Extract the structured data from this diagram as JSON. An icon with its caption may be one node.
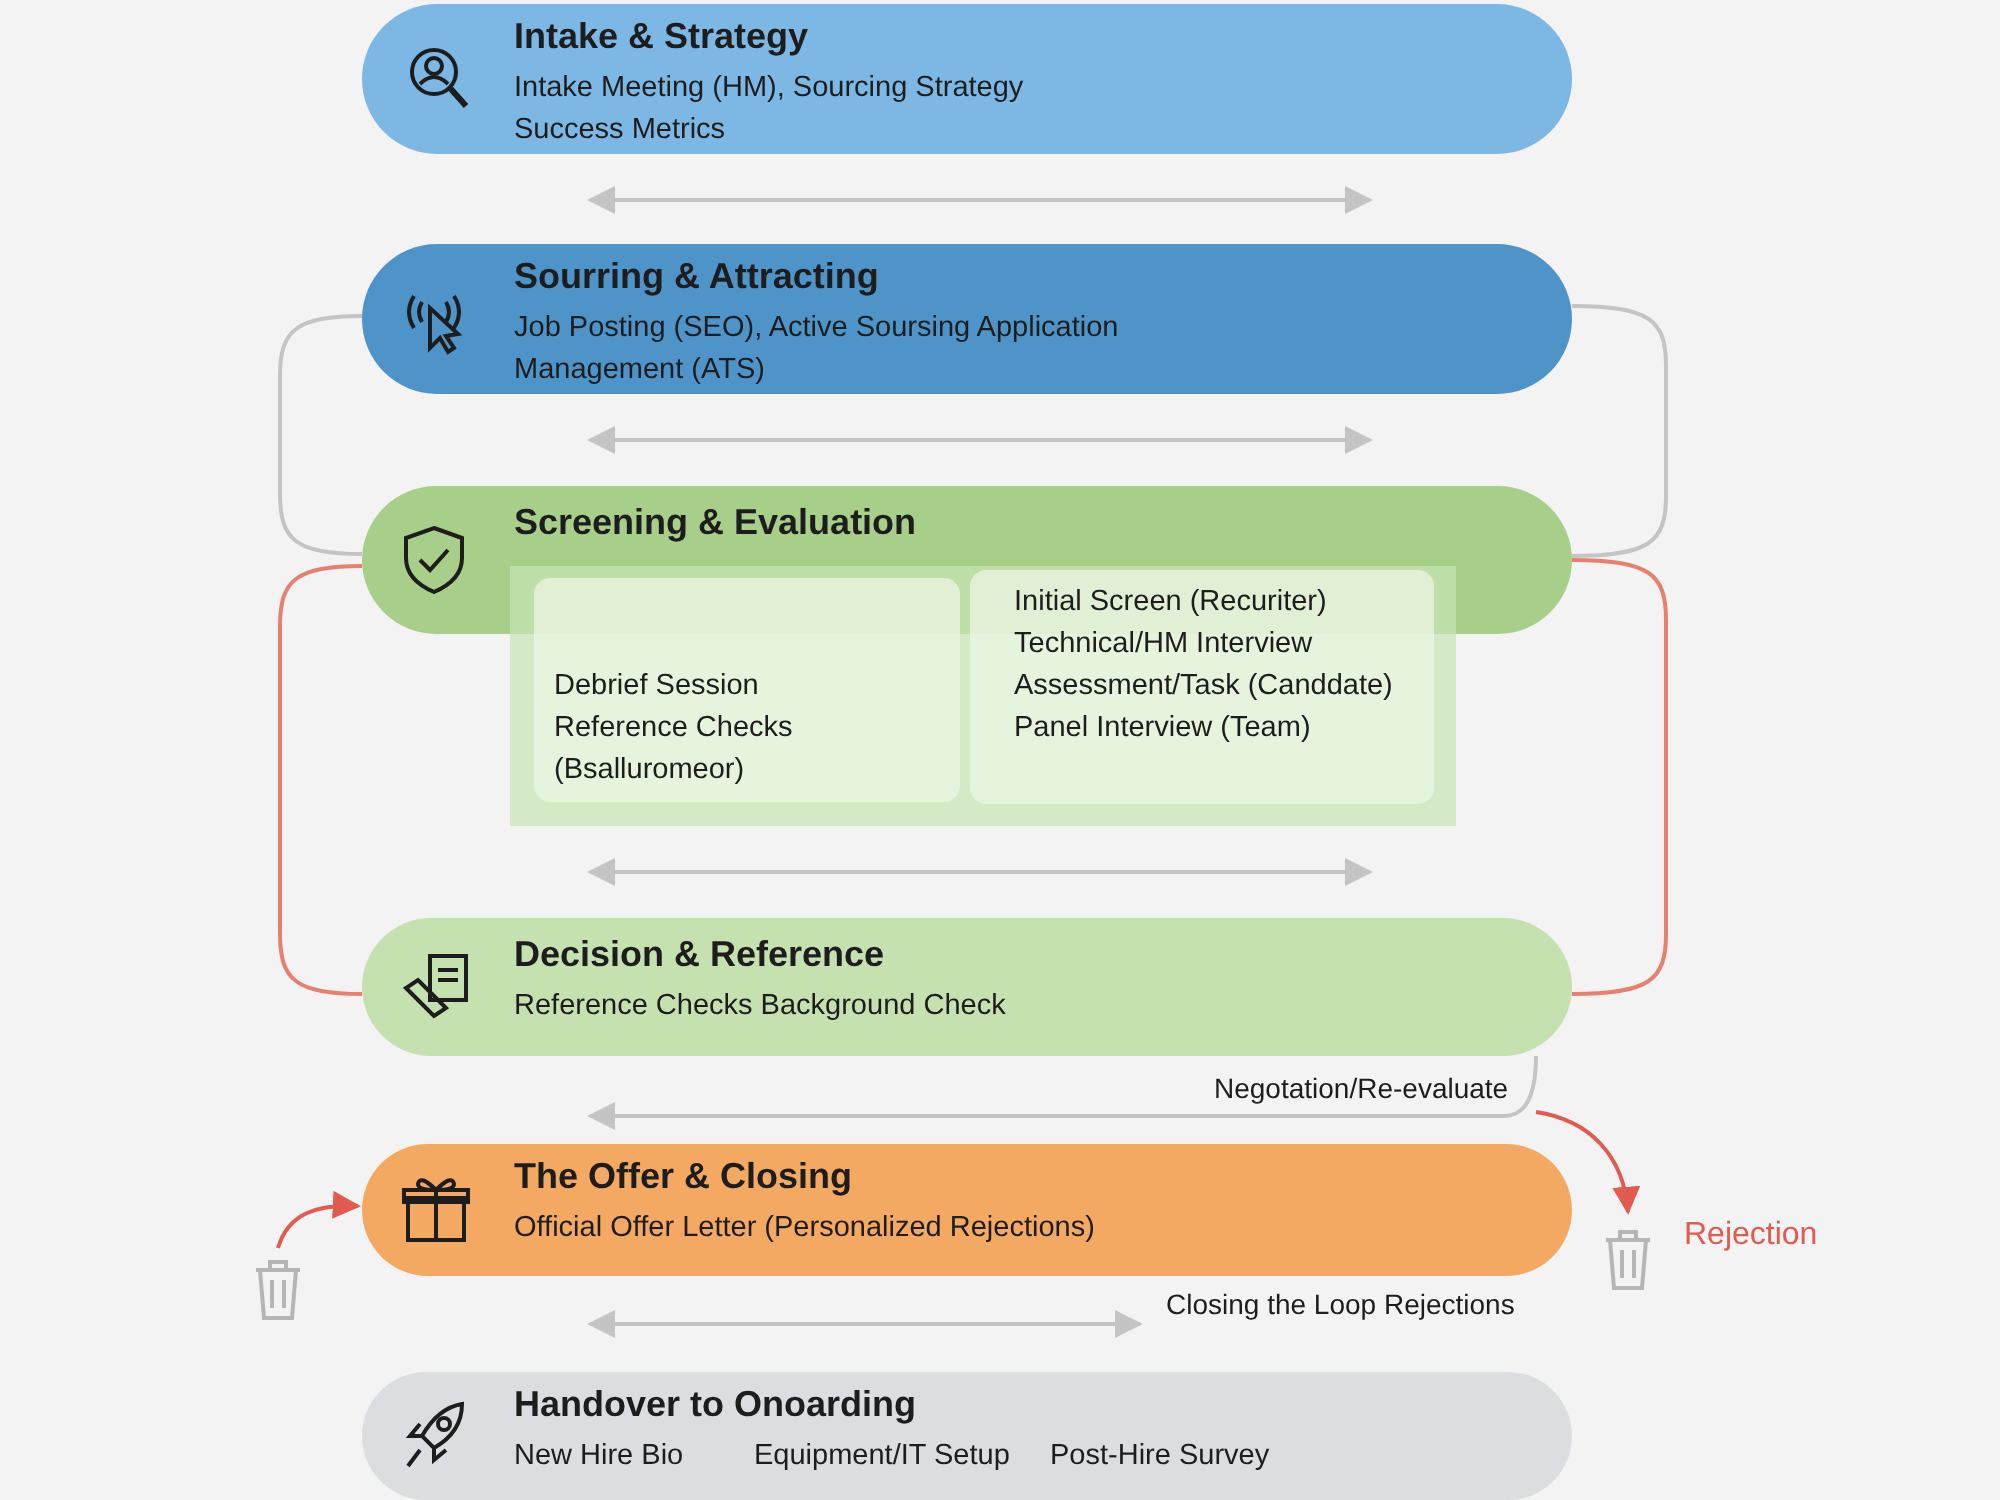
{
  "diagram": {
    "nodes": [
      {
        "text": [
          "Intake & Strategy",
          "Intake Meeting (HM), Sourcing Strategy Success Metrics"
        ]
      },
      {
        "text": [
          "Sourring & Attracting",
          "Job Posting (SEO), Active Soursing Application Management (ATS)"
        ]
      },
      {
        "text": [
          "Screening & Evaluation"
        ]
      },
      {
        "text": [],
        "shape": "box"
      },
      {
        "text": [
          "Debrief Session Reference Checks (Bsalluromeor)"
        ],
        "in": 3
      },
      {
        "text": [
          "Initial Screen (Recuriter) Technical/HM Interview Assessment/Task (Canddate) Panel Interview (Team)"
        ],
        "in": 3
      },
      {
        "text": [
          "Decision & Reference",
          "Reference Checks Background Check"
        ]
      },
      {
        "text": [
          "The Offer & Closing",
          "Official Offer Letter (Personalized Rejections)"
        ]
      },
      {
        "text": [
          "Handover to Onoarding",
          "New Hire Bio",
          "Equipment/IT Setup",
          "Post-Hire Survey"
        ]
      },
      {
        "text": [],
        "shape": "bin"
      },
      {
        "text": [],
        "shape": "bin",
        "beside": [
          "Rejection"
        ]
      }
    ],
    "edges": [
      {
        "from": 0,
        "to": 1,
        "arrow": "both"
      },
      {
        "from": 1,
        "to": 2,
        "arrow": "both"
      },
      {
        "from": 3,
        "to": 6,
        "arrow": "both"
      },
      {
        "from": 6,
        "to": 7,
        "arrow": "to",
        "label": "Negotation/Re-evaluate"
      },
      {
        "from": 7,
        "to": 8,
        "arrow": "both",
        "label": "Closing the Loop Rejections"
      },
      {
        "from": 1,
        "to": 2,
        "arrow": "none"
      },
      {
        "from": 1,
        "to": 2,
        "arrow": "none"
      },
      {
        "from": 2,
        "to": 6,
        "arrow": "none",
        "color": "#e8806f"
      },
      {
        "from": 2,
        "to": 6,
        "arrow": "none",
        "color": "#e8806f"
      },
      {
        "from": null,
        "to": 10,
        "arrow": "to",
        "color": "#e25b50"
      },
      {
        "from": 9,
        "to": 7,
        "arrow": "to",
        "color": "#e25b50"
      }
    ]
  }
}
